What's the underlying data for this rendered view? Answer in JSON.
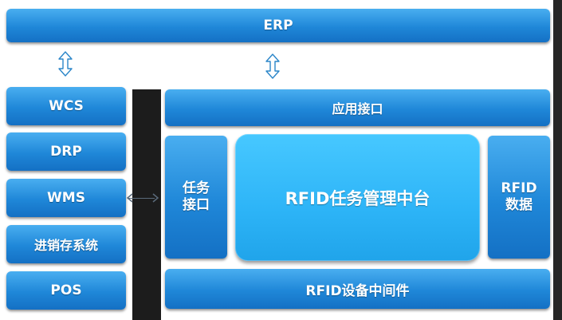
{
  "diagram": {
    "top": {
      "label": "ERP"
    },
    "left_systems": [
      {
        "label": "WCS"
      },
      {
        "label": "DRP"
      },
      {
        "label": "WMS"
      },
      {
        "label": "进销存系统"
      },
      {
        "label": "POS"
      }
    ],
    "app_interface": {
      "label": "应用接口"
    },
    "task_interface": {
      "line1": "任务",
      "line2": "接口"
    },
    "center": {
      "label": "RFID任务管理中台"
    },
    "rfid_data": {
      "line1": "RFID",
      "line2": "数据"
    },
    "middleware": {
      "label": "RFID设备中间件"
    },
    "colors": {
      "box_top": "#49aef0",
      "box_bottom": "#1470c4",
      "center_fill": "#2db4f7",
      "divider": "#1c1c1c"
    }
  }
}
